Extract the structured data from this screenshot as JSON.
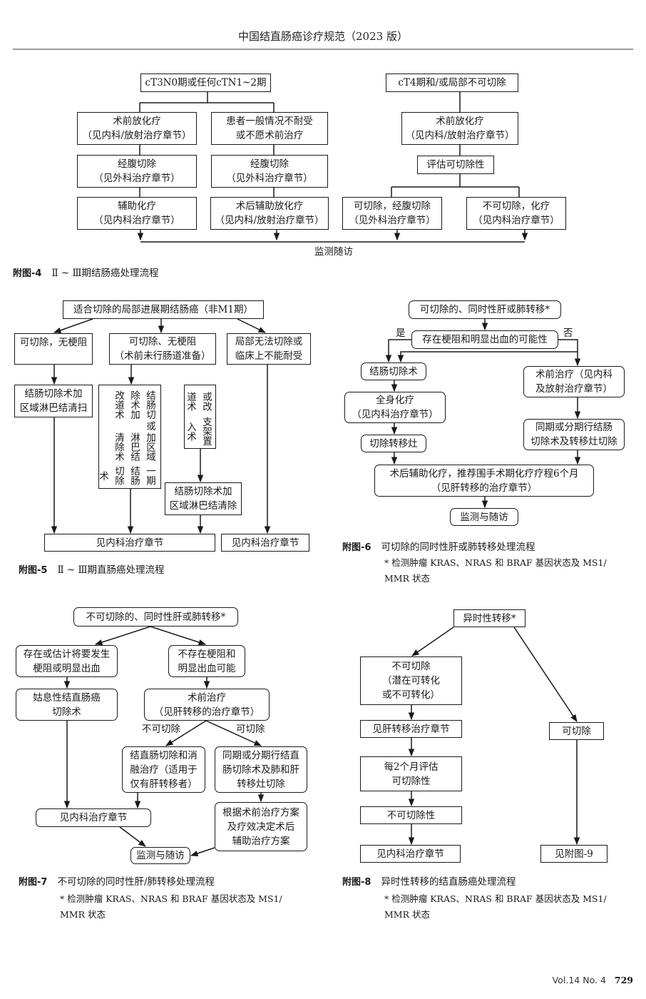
{
  "header": {
    "title": "中国结直肠癌诊疗规范（2023 版）"
  },
  "fig4": {
    "left_root": "cT3N0期或任何cTN1~2期",
    "right_root": "cT4期和/或局部不可切除",
    "a1": "术前放化疗\n（见内科/放射治疗章节）",
    "b1": "患者一般情况不耐受\n或不愿术前治疗",
    "a2": "经腹切除\n（见外科治疗章节）",
    "b2": "经腹切除\n（见外科治疗章节）",
    "a3": "辅助化疗\n（见内科治疗章节）",
    "b3": "术后辅助放化疗\n（见内科/放射治疗章节）",
    "c1": "术前放化疗\n（见内科/放射治疗章节）",
    "c2": "评估可切除性",
    "c3": "可切除，经腹切除\n（见外科治疗章节）",
    "d3": "不可切除，化疗\n（见内科治疗章节）",
    "end": "监测随访",
    "caption_no": "附图-4",
    "caption": "Ⅱ ~ Ⅲ期结肠癌处理流程"
  },
  "fig5": {
    "root": "适合切除的局部进展期结肠癌（非M1期）",
    "n1": "可切除，无梗阻",
    "n2": "可切除、无梗阻\n（术前未行肠道准备）",
    "n3": "局部无法切除或\n临床上不能耐受",
    "n1a": "结肠切除术加\n区域淋巴结清扫",
    "n2a": "结肠切除术加改道术或加区域淋巴结清除术一期结肠切除术",
    "n2a_cols": [
      "结肠切除术加改道术",
      "或",
      "加区域淋巴结清除术",
      "一期结肠切除术"
    ],
    "n2b_cols": [
      "或改道术",
      "支架置入术"
    ],
    "n2c": "结肠切除术加\n区域淋巴结清除",
    "end1": "见内科治疗章节",
    "end2": "见内科治疗章节",
    "caption_no": "附图-5",
    "caption": "Ⅱ ~ Ⅲ期直肠癌处理流程"
  },
  "fig6": {
    "root": "可切除的、同时性肝或肺转移*",
    "q": "存在梗阻和明显出血的可能性",
    "yes": "是",
    "no": "否",
    "l1": "结肠切除术",
    "l2": "全身化疗\n（见内科治疗章节）",
    "l3": "切除转移灶",
    "r1": "术前治疗（见内科\n及放射治疗章节）",
    "r2": "同期或分期行结肠\n切除术及转移灶切除",
    "m": "术后辅助化疗，推荐围手术期化疗疗程6个月\n（见肝转移的治疗章节）",
    "end": "监测与随访",
    "caption_no": "附图-6",
    "caption": "可切除的同时性肝或肺转移处理流程",
    "note": "* 检测肿瘤 KRAS、NRAS 和 BRAF 基因状态及 MS1/\nMMR 状态"
  },
  "fig7": {
    "root": "不可切除的、同时性肝或肺转移*",
    "l1": "存在或估计将要发生\n梗阻或明显出血",
    "l2": "姑息性结直肠癌\n切除术",
    "r1": "不存在梗阻和\n明显出血可能",
    "r2": "术前治疗\n（见肝转移的治疗章节）",
    "lab_no": "不可切除",
    "lab_yes": "可切除",
    "r3a": "结直肠切除和消\n融治疗（适用于\n仅有肝转移者）",
    "r3b": "同期或分期行结直\n肠切除术及肺和肝\n转移灶切除",
    "r4b": "根据术前治疗方案\n及疗效决定术后\n辅助治疗方案",
    "med": "见内科治疗章节",
    "end": "监测与随访",
    "caption_no": "附图-7",
    "caption": "不可切除的同时性肝/肺转移处理流程",
    "note": "* 检测肿瘤 KRAS、NRAS 和 BRAF 基因状态及 MS1/\nMMR 状态"
  },
  "fig8": {
    "root": "异时性转移*",
    "l1": "不可切除\n（潜在可转化\n或不可转化）",
    "l2": "见肝转移治疗章节",
    "l3": "每2个月评估\n可切除性",
    "l4": "不可切除性",
    "l5": "见内科治疗章节",
    "r1": "可切除",
    "r2": "见附图-9",
    "caption_no": "附图-8",
    "caption": "异时性转移的结直肠癌处理流程",
    "note": "* 检测肿瘤 KRAS、NRAS 和 BRAF 基因状态及 MS1/\nMMR 状态"
  },
  "footer": {
    "volume": "Vol.14  No.  4",
    "page": "729"
  }
}
